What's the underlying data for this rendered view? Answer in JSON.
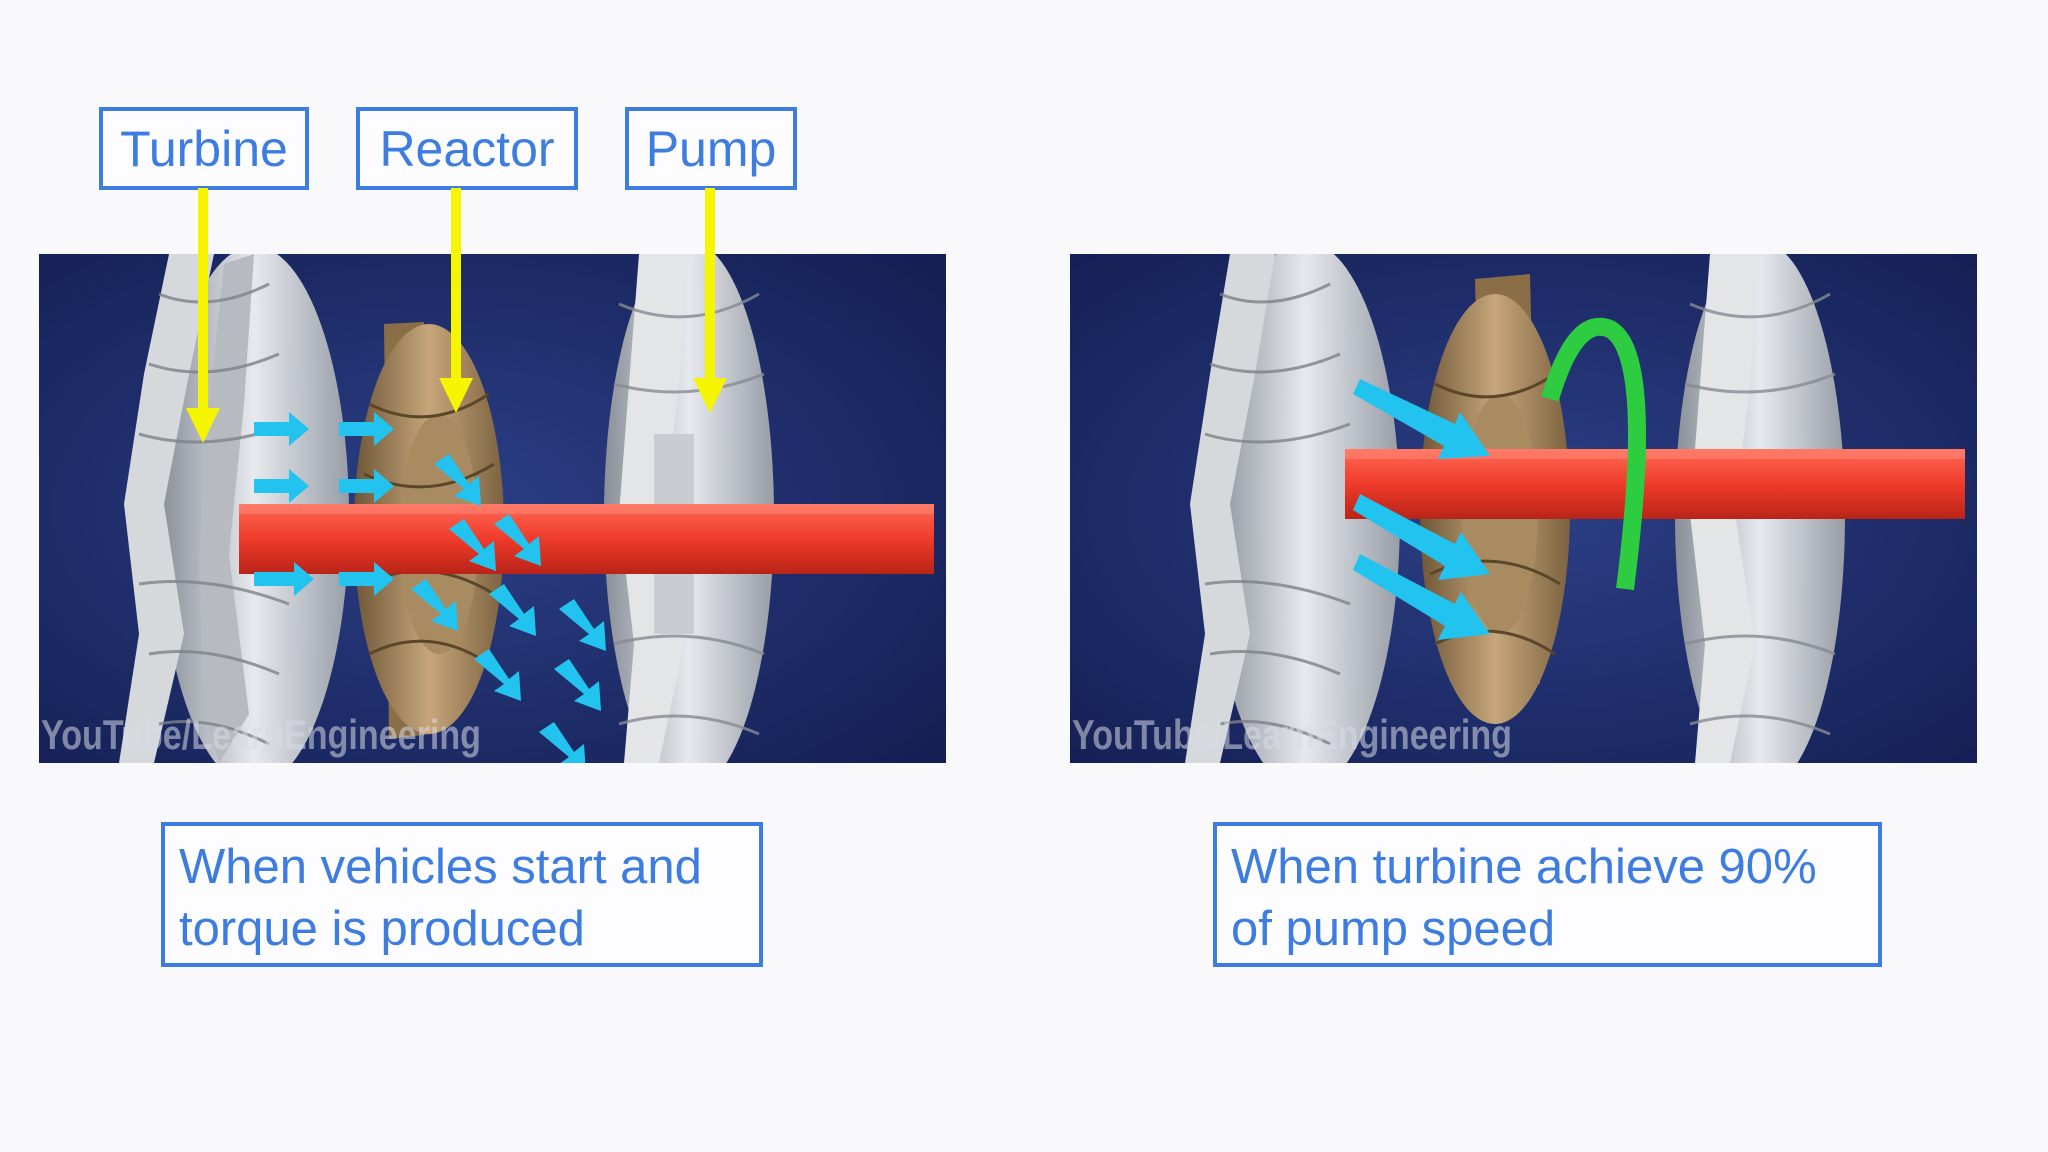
{
  "labels": {
    "turbine": "Turbine",
    "reactor": "Reactor",
    "pump": "Pump"
  },
  "captions": {
    "left": {
      "line1": "When vehicles start and",
      "line2": "torque is produced"
    },
    "right": {
      "line1": "When turbine achieve 90%",
      "line2": "of pump speed"
    }
  },
  "watermarks": {
    "left": "YouTube/LearnEngineering",
    "right": "YouTube/LearnEngineering"
  },
  "colors": {
    "accent": "#3d7ce0",
    "pointer": "#f5f500",
    "flow_arrow": "#22c4ef",
    "shaft": "#ee3b2b",
    "rotation_arrow": "#2ecc40",
    "scene_bg": "#1c2c66"
  }
}
